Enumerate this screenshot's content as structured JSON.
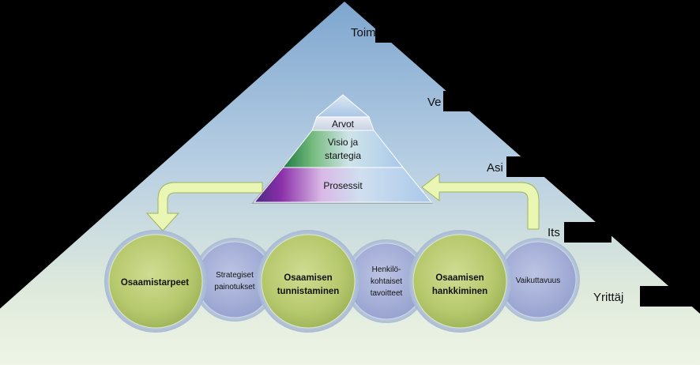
{
  "big_pyramid_labels": [
    "Toim",
    "Ve",
    "Asi",
    "Its",
    "Yrittäj"
  ],
  "small_pyramid": {
    "top": "Arvot",
    "middle_line1": "Visio ja",
    "middle_line2": "startegia",
    "bottom": "Prosessit"
  },
  "circles": {
    "c1": {
      "line1": "Osaamistarpeet"
    },
    "c2": {
      "line1": "Strategiset",
      "line2": "painotukset"
    },
    "c3": {
      "line1": "Osaamisen",
      "line2": "tunnistaminen"
    },
    "c4": {
      "line1": "Henkilö-",
      "line2": "kohtaiset",
      "line3": "tavoitteet"
    },
    "c5": {
      "line1": "Osaamisen",
      "line2": "hankkiminen"
    },
    "c6": {
      "line1": "Vaikuttavuus"
    }
  },
  "colors": {
    "background": "#000000",
    "big_triangle_top": "#7fa8d0",
    "big_triangle_bottom": "#eef5e6",
    "green_circle": "#b9cc73",
    "blue_circle": "#a9b3d9",
    "arrow_fill": "#eaf6b4"
  }
}
